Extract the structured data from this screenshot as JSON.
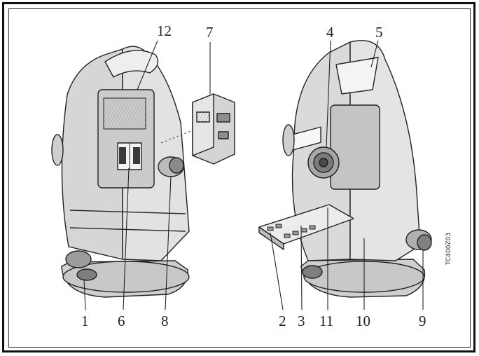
{
  "callouts": [
    {
      "id": "c12",
      "label": "12"
    },
    {
      "id": "c7",
      "label": "7"
    },
    {
      "id": "c4",
      "label": "4"
    },
    {
      "id": "c5",
      "label": "5"
    },
    {
      "id": "c1",
      "label": "1"
    },
    {
      "id": "c6",
      "label": "6"
    },
    {
      "id": "c8",
      "label": "8"
    },
    {
      "id": "c2",
      "label": "2"
    },
    {
      "id": "c3",
      "label": "3"
    },
    {
      "id": "c11",
      "label": "11"
    },
    {
      "id": "c10",
      "label": "10"
    },
    {
      "id": "c9",
      "label": "9"
    }
  ],
  "side_code": "TC400Z03",
  "colors": {
    "ink": "#222222",
    "body_fill": "#dcdcdc",
    "shade": "#bdbdbd",
    "dark": "#7a7a7a"
  }
}
